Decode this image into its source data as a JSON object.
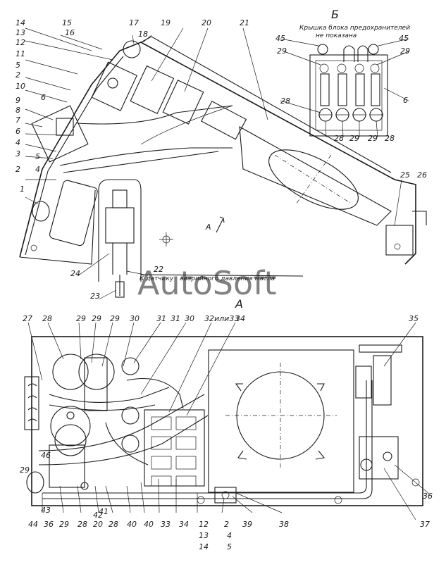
{
  "view_a_label": "А",
  "view_b_label": "Б",
  "view_b_caption_line1": "Крышка блока предохранителей",
  "view_b_caption_line2": "не показана",
  "sensor_note": "К датчику",
  "sensor_note_2": "аварийного давления масла",
  "arrow_label": "А",
  "watermark": "AutoSoft",
  "top_labels": [
    "15",
    "16",
    "13",
    "12",
    "14",
    "17",
    "18",
    "19",
    "20",
    "21",
    "11",
    "5",
    "2",
    "10",
    "6",
    "9",
    "8",
    "7",
    "6",
    "4",
    "3",
    "5",
    "4",
    "2",
    "1",
    "24",
    "22",
    "23",
    "25",
    "26"
  ],
  "fuse_labels": [
    "45",
    "29",
    "45",
    "29",
    "28",
    "28",
    "29",
    "29",
    "28",
    "6"
  ],
  "bottom_top_labels": [
    "27",
    "28",
    "29",
    "29",
    "29",
    "30",
    "31",
    "31",
    "30",
    "32или33",
    "34",
    "35"
  ],
  "bottom_labels": [
    "46",
    "29",
    "43",
    "44",
    "36",
    "29",
    "28",
    "20",
    "41",
    "28",
    "42",
    "40",
    "40",
    "33",
    "34",
    "12",
    "13",
    "14",
    "2",
    "4",
    "5",
    "39",
    "38",
    "36",
    "37"
  ]
}
